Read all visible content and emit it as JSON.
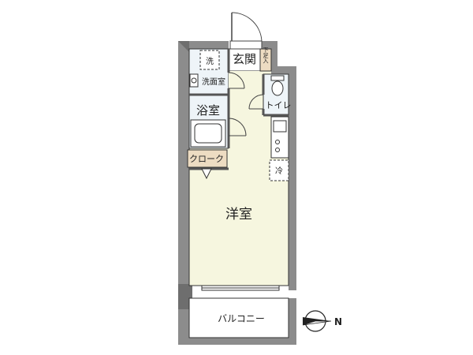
{
  "rooms": {
    "entrance": "玄関",
    "shoe_box": "下足入",
    "washer": "洗",
    "washroom": "洗面室",
    "bathroom": "浴室",
    "toilet": "トイレ",
    "fridge": "冷",
    "closet": "クローク",
    "western_room": "洋室",
    "balcony": "バルコニー"
  },
  "compass": {
    "north": "N"
  },
  "colors": {
    "wall": "#8c8c8c",
    "wall_dark": "#6e6e6e",
    "floor_room": "#f6f6df",
    "floor_wet": "#eef4f8",
    "floor_entry": "#ffffff",
    "closet": "#eddcc2",
    "outline": "#333333"
  }
}
